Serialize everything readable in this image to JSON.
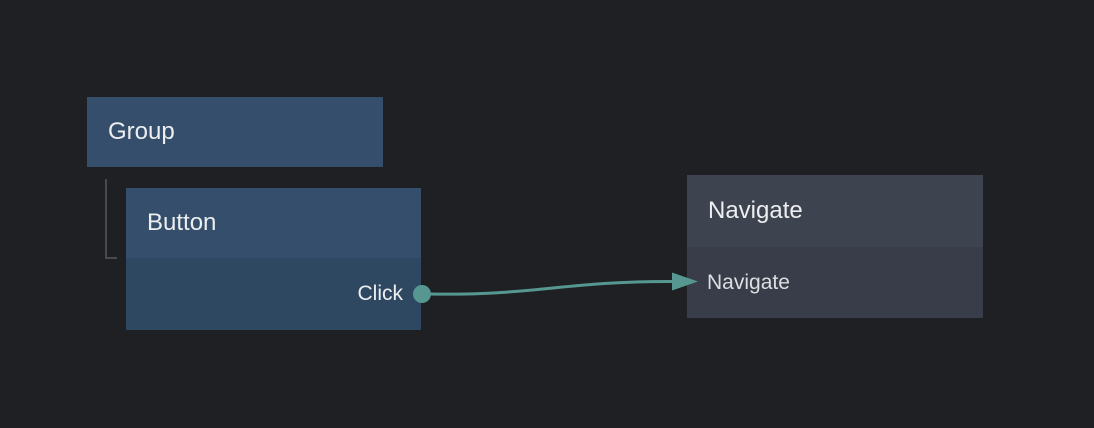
{
  "colors": {
    "background": "#1f2023",
    "accent": "#579792",
    "tree-line": "#4a4a4a",
    "blue-header": "#344e6b",
    "blue-body": "#2f4862",
    "gray-header": "#3e4350",
    "gray-body": "#393d49",
    "text-bright": "#eceef0",
    "text-body": "#dcdee1"
  },
  "nodes": {
    "group": {
      "title": "Group"
    },
    "button": {
      "title": "Button",
      "output_port": {
        "label": "Click"
      }
    },
    "navigate": {
      "title": "Navigate",
      "row_label": "Navigate"
    }
  },
  "edge": {
    "from_port": "Click",
    "to_row": "Navigate"
  }
}
